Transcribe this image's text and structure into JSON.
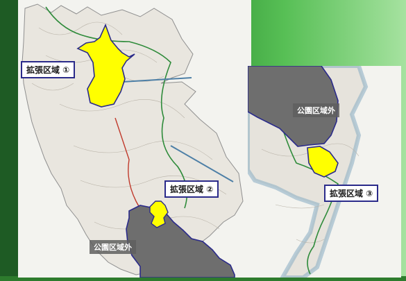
{
  "map": {
    "expansion_label_1": "拡張区域 ①",
    "expansion_label_2": "拡張区域 ②",
    "expansion_label_3": "拡張区域 ③",
    "outside_park_left": "公園区域外",
    "outside_park_right": "公園区域外"
  },
  "colors": {
    "expansion_fill": "#ffff00",
    "outside_park_fill": "#6e6e6e",
    "boundary_stroke": "#2a2a8a",
    "trail_green": "#2e8b3a",
    "trail_red": "#c0392b"
  }
}
